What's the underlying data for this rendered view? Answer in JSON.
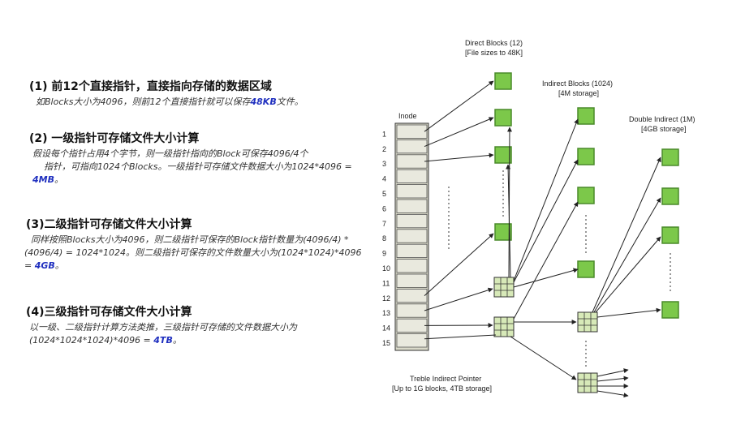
{
  "sections": [
    {
      "title": "(1) 前12个直接指针，直接指向存储的数据区域",
      "body_lines": [
        "如Blocks大小为4096，则前12个直接指针就可以保存"
      ],
      "highlight": "48KB",
      "tail": "文件。"
    },
    {
      "title": "(2) 一级指针可存储文件大小计算",
      "body_lines": [
        "假设每个指针占用4个字节，则一级指针指向的Block可保存4096/4个",
        "指针，可指向1024个Blocks。一级指针可存储文件数据大小为1024*4096 ="
      ],
      "highlight": "4MB",
      "tail": "。"
    },
    {
      "title": "(3)二级指针可存储文件大小计算",
      "body_lines": [
        "同样按照Blocks大小为4096，则二级指针可保存的Block指针数量为(4096/4) *",
        "(4096/4) = 1024*1024。则二级指针可保存的文件数量大小为(1024*1024)*4096"
      ],
      "highlight_prefix": "= ",
      "highlight": "4GB",
      "tail": "。"
    },
    {
      "title": "(4)三级指针可存储文件大小计算",
      "body_lines": [
        "以一级、二级指针计算方法类推，三级指针可存储的文件数据大小为",
        "(1024*1024*1024)*4096 ="
      ],
      "highlight": "4TB",
      "tail": "。"
    }
  ],
  "diagram": {
    "inode_label": "Inode",
    "slot_numbers": [
      "1",
      "2",
      "3",
      "4",
      "5",
      "6",
      "7",
      "8",
      "9",
      "10",
      "11",
      "12",
      "13",
      "14",
      "15"
    ],
    "direct_label": [
      "Direct Blocks (12)",
      "[File sizes to 48K]"
    ],
    "indirect_label": [
      "Indirect Blocks (1024)",
      "[4M storage]"
    ],
    "double_label": [
      "Double Indirect (1M)",
      "[4GB storage]"
    ],
    "treble_label": [
      "Treble Indirect Pointer",
      "[Up to 1G blocks, 4TB storage]"
    ],
    "colors": {
      "block_fill": "#7cc84a",
      "block_stroke": "#4a8a2a",
      "grid_fill": "#d7e9b8",
      "inode_fill": "#d9d9c9"
    }
  }
}
